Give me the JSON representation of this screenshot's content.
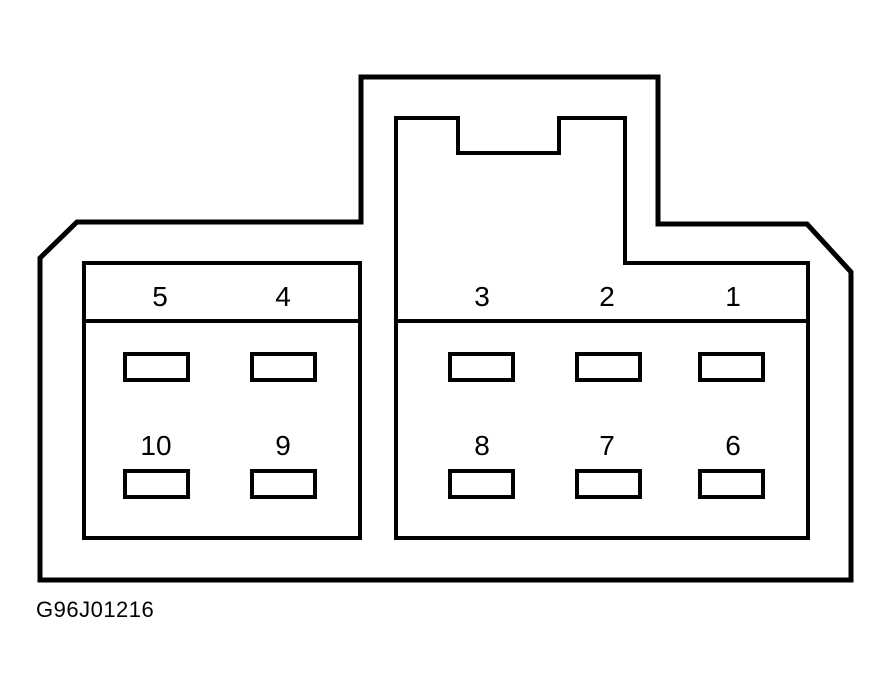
{
  "diagram": {
    "figure_id": "G96J01216",
    "pins": [
      {
        "number": "1",
        "row": "top"
      },
      {
        "number": "2",
        "row": "top"
      },
      {
        "number": "3",
        "row": "top"
      },
      {
        "number": "4",
        "row": "top"
      },
      {
        "number": "5",
        "row": "top"
      },
      {
        "number": "6",
        "row": "bottom"
      },
      {
        "number": "7",
        "row": "bottom"
      },
      {
        "number": "8",
        "row": "bottom"
      },
      {
        "number": "9",
        "row": "bottom"
      },
      {
        "number": "10",
        "row": "bottom"
      }
    ],
    "colors": {
      "line": "#000000",
      "background": "#ffffff"
    }
  }
}
